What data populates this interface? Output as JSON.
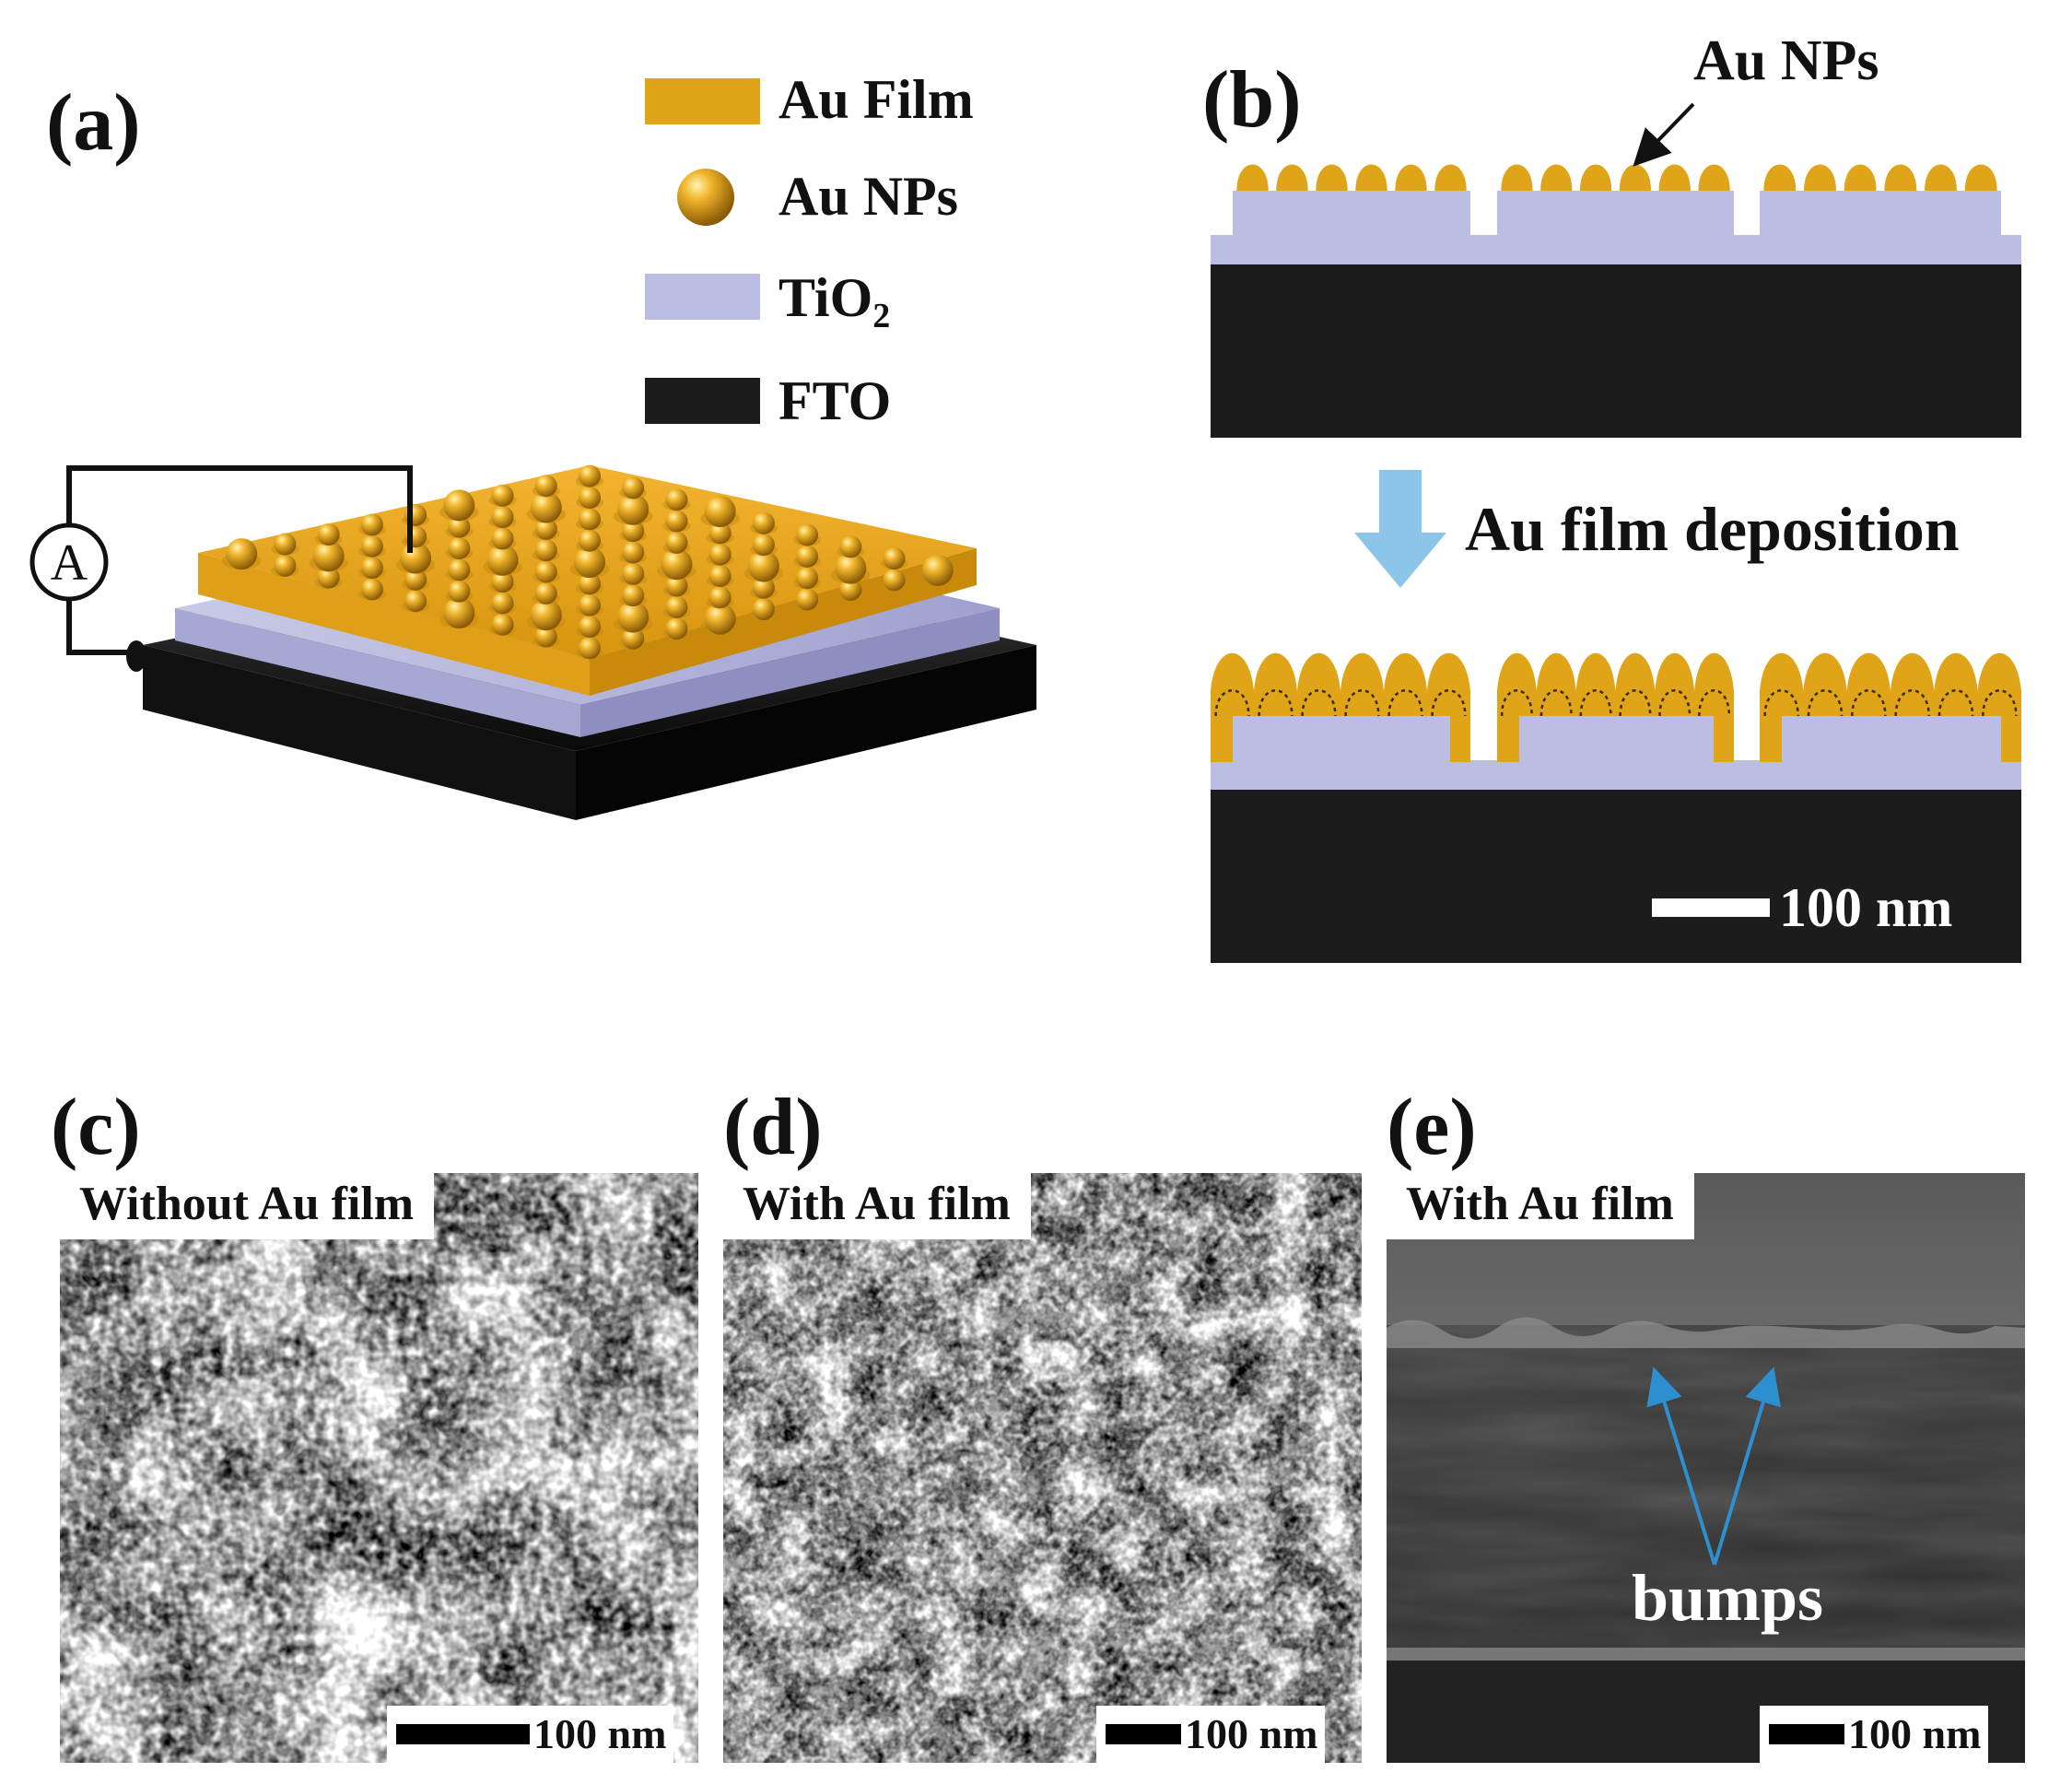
{
  "panels": {
    "a": {
      "label": "(a)",
      "ammeter_symbol": "A"
    },
    "b": {
      "label": "(b)",
      "np_callout": "Au NPs",
      "step_caption": "Au film deposition",
      "scale_text": "100 nm"
    },
    "c": {
      "label": "(c)",
      "caption": "Without Au film",
      "scale_text": "100 nm"
    },
    "d": {
      "label": "(d)",
      "caption": "With Au film",
      "scale_text": "100 nm"
    },
    "e": {
      "label": "(e)",
      "caption": "With Au film",
      "scale_text": "100 nm",
      "annotation": "bumps"
    }
  },
  "legend": {
    "items": [
      {
        "key": "au_film",
        "label": "Au Film",
        "color": "#e0a418"
      },
      {
        "key": "au_nps",
        "label": "Au NPs",
        "color": "#d69a1a"
      },
      {
        "key": "tio2",
        "label": "TiO",
        "subscript": "2",
        "color": "#bcbde3"
      },
      {
        "key": "fto",
        "label": "FTO",
        "color": "#1c1c1c"
      }
    ]
  },
  "colors": {
    "gold": "#e0a418",
    "gold_dark": "#b07a0c",
    "tio2": "#bcbde3",
    "fto": "#1c1c1c",
    "arrow_blue": "#8cc5e8",
    "bump_arrow": "#2e8fd0"
  }
}
